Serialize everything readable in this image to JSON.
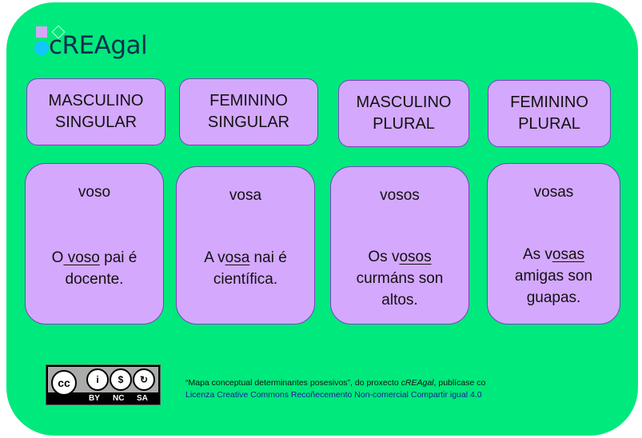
{
  "logo": {
    "text": "cREAgal"
  },
  "headers": [
    "MASCULINO SINGULAR",
    "FEMININO SINGULAR",
    "MASCULINO PLURAL",
    "FEMININO PLURAL"
  ],
  "cards": [
    {
      "word": "voso",
      "pre": "O",
      "u": " voso",
      "post": " pai é docente."
    },
    {
      "word": "vosa",
      "pre": "A v",
      "u": "osa",
      "post": " nai é científica."
    },
    {
      "word": "vosos",
      "pre": "Os v",
      "u": "osos",
      "post": " curmáns son altos."
    },
    {
      "word": "vosas",
      "pre": "As v",
      "u": "osas",
      "post": " amigas son guapas."
    }
  ],
  "license": {
    "badge": [
      "BY",
      "NC",
      "SA"
    ],
    "cc": "cc",
    "line1_a": "“Mapa conceptual determinantes posesivos”, do proxecto ",
    "line1_em": "cREAgal",
    "line1_b": ", publícase co",
    "link": "Licenza Creative Commons Recoñecemento Non-comercial Compartir igual 4.0"
  }
}
